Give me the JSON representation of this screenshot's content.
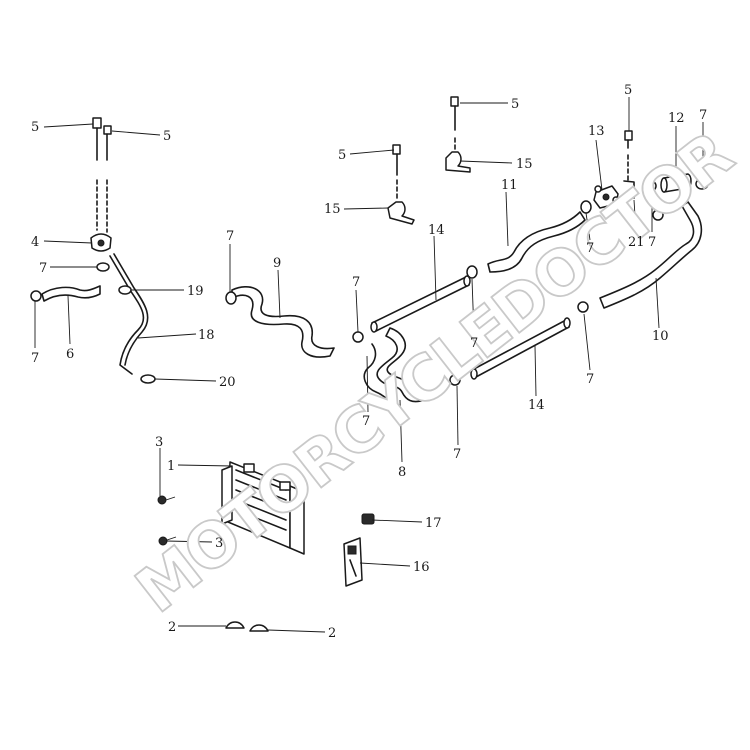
{
  "watermark": "MOTORCYCLEDOCTOR",
  "callouts": {
    "c1": "1",
    "c2a": "2",
    "c2b": "2",
    "c3a": "3",
    "c3b": "3",
    "c4": "4",
    "c5a": "5",
    "c5b": "5",
    "c5c": "5",
    "c5d": "5",
    "c5e": "5",
    "c6": "6",
    "c7a": "7",
    "c7b": "7",
    "c7c": "7",
    "c7d": "7",
    "c7e": "7",
    "c7f": "7",
    "c7g": "7",
    "c7h": "7",
    "c7i": "7",
    "c7j": "7",
    "c7k": "7",
    "c8": "8",
    "c9": "9",
    "c10": "10",
    "c11": "11",
    "c12": "12",
    "c13": "13",
    "c14a": "14",
    "c14b": "14",
    "c15a": "15",
    "c15b": "15",
    "c16": "16",
    "c17": "17",
    "c18": "18",
    "c19": "19",
    "c20": "20",
    "c21": "21"
  }
}
